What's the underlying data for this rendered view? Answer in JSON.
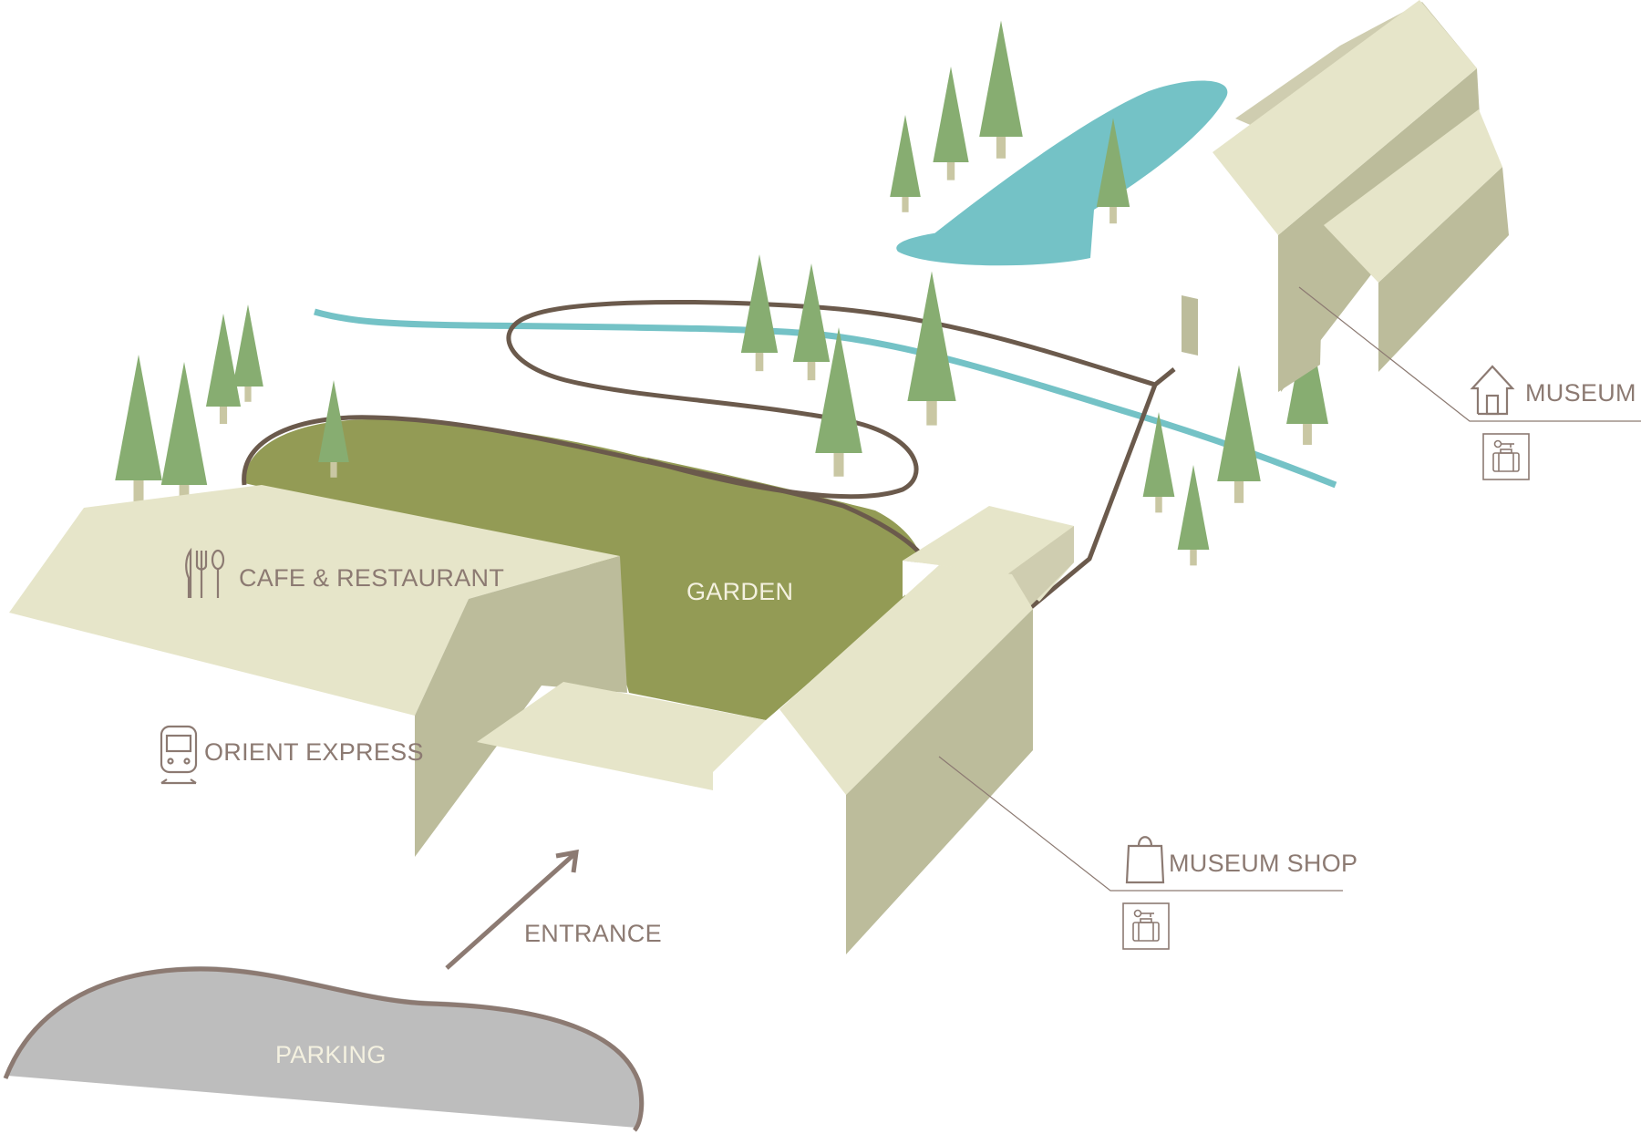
{
  "map": {
    "labels": {
      "cafe_restaurant": "CAFE & RESTAURANT",
      "garden": "GARDEN",
      "orient_express": "ORIENT EXPRESS",
      "museum": "MUSEUM",
      "museum_shop": "MUSEUM SHOP",
      "entrance": "ENTRANCE",
      "parking": "PARKING"
    },
    "icons": {
      "cafe": "fork-knife-spoon-icon",
      "train": "train-icon",
      "museum": "house-icon",
      "shop": "shopping-bag-icon",
      "locker": "coin-locker-icon"
    },
    "colors": {
      "building_top": "#e6e5c9",
      "building_side": "#bcbc9b",
      "garden": "#939b55",
      "tree": "#87ad71",
      "trunk": "#c9c7a3",
      "water": "#74c2c6",
      "path": "#6b5a4c",
      "parking": "#bdbdbd",
      "label": "#8c7a72"
    }
  }
}
